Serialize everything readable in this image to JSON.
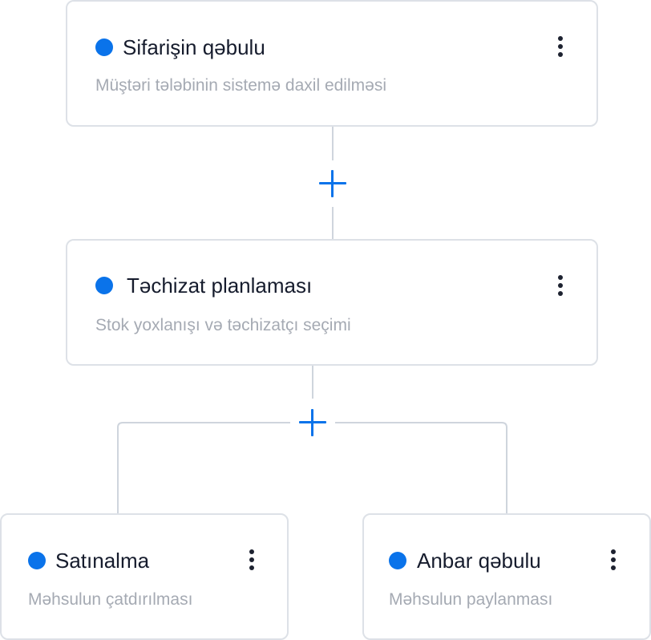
{
  "nodes": [
    {
      "title": "Sifarişin qəbulu",
      "description": "Müştəri tələbinin sistemə daxil edilməsi"
    },
    {
      "title": "Təchizat planlaması",
      "description": "Stok yoxlanışı və təchizatçı seçimi"
    },
    {
      "title": "Satınalma",
      "description": "Məhsulun çatdırılması"
    },
    {
      "title": "Anbar qəbulu",
      "description": "Məhsulun paylanması"
    }
  ],
  "colors": {
    "accent": "#0a73ea",
    "connector": "#cfd5dd",
    "card_border": "#dde1e7",
    "title_text": "#161c2d",
    "description_text": "#a5aab3",
    "menu_icon": "#1d2230"
  },
  "icons": {
    "status": "status-dot-icon",
    "menu": "more-vertical-icon",
    "add": "plus-icon"
  }
}
